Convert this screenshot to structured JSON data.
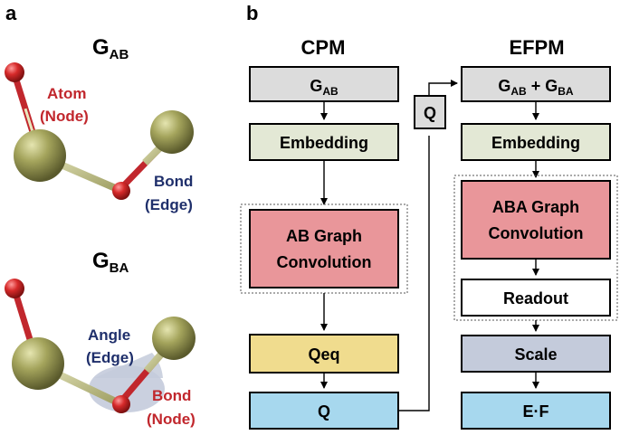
{
  "panel_a": {
    "letter": "a",
    "graph_ab": {
      "main": "G",
      "sub": "AB"
    },
    "graph_ba": {
      "main": "G",
      "sub": "BA"
    },
    "labels": {
      "atom": "Atom",
      "node_paren": "(Node)",
      "bond": "Bond",
      "edge_paren": "(Edge)",
      "angle": "Angle",
      "angle_edge_paren": "(Edge)",
      "bond2": "Bond",
      "node2_paren": "(Node)"
    }
  },
  "panel_b": {
    "letter": "b",
    "cpm": {
      "title": "CPM",
      "input": {
        "main": "G",
        "sub": "AB"
      },
      "embedding": "Embedding",
      "conv_line1": "AB Graph",
      "conv_line2": "Convolution",
      "qeq": "Qeq",
      "q_out": "Q"
    },
    "q_link": "Q",
    "efpm": {
      "title": "EFPM",
      "input": {
        "main1": "G",
        "sub1": "AB",
        "plus": " + ",
        "main2": "G",
        "sub2": "BA"
      },
      "embedding": "Embedding",
      "conv_line1": "ABA Graph",
      "conv_line2": "Convolution",
      "readout": "Readout",
      "scale": "Scale",
      "output": "E·F"
    }
  },
  "colors": {
    "input_box": "#dcdcdc",
    "embedding_box": "#e3e8d5",
    "convolution_box": "#e9969a",
    "qeq_box": "#f0dc8e",
    "q_box": "#a7d8ee",
    "scale_box": "#c4cbdb",
    "readout_box": "#ffffff",
    "atom_red": "#c1272d",
    "atom_olive": "#a4a45c",
    "label_red": "#c1272d",
    "label_blue": "#1f2f6b"
  }
}
